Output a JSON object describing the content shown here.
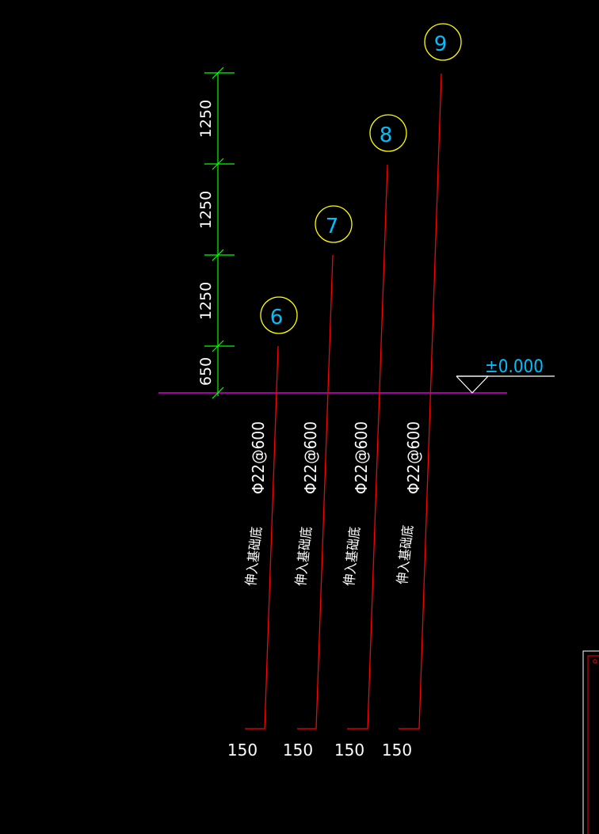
{
  "colors": {
    "background": "#000000",
    "dimension": "#00ff00",
    "rebar": "#ff0000",
    "ground_line": "#ff00ff",
    "bubble": "#ffff00",
    "bubble_text": "#00bfff",
    "level_text": "#00bfff",
    "text": "#ffffff"
  },
  "dimensions": {
    "segments": [
      "650",
      "1250",
      "1250",
      "1250"
    ]
  },
  "level": {
    "label": "±0.000"
  },
  "bars": [
    {
      "mark": "6",
      "spec": "Φ22@600",
      "note": "伸入基础底",
      "hook": "150"
    },
    {
      "mark": "7",
      "spec": "Φ22@600",
      "note": "伸入基础底",
      "hook": "150"
    },
    {
      "mark": "8",
      "spec": "Φ22@600",
      "note": "伸入基础底",
      "hook": "150"
    },
    {
      "mark": "9",
      "spec": "Φ22@600",
      "note": "伸入基础底",
      "hook": "150"
    }
  ]
}
